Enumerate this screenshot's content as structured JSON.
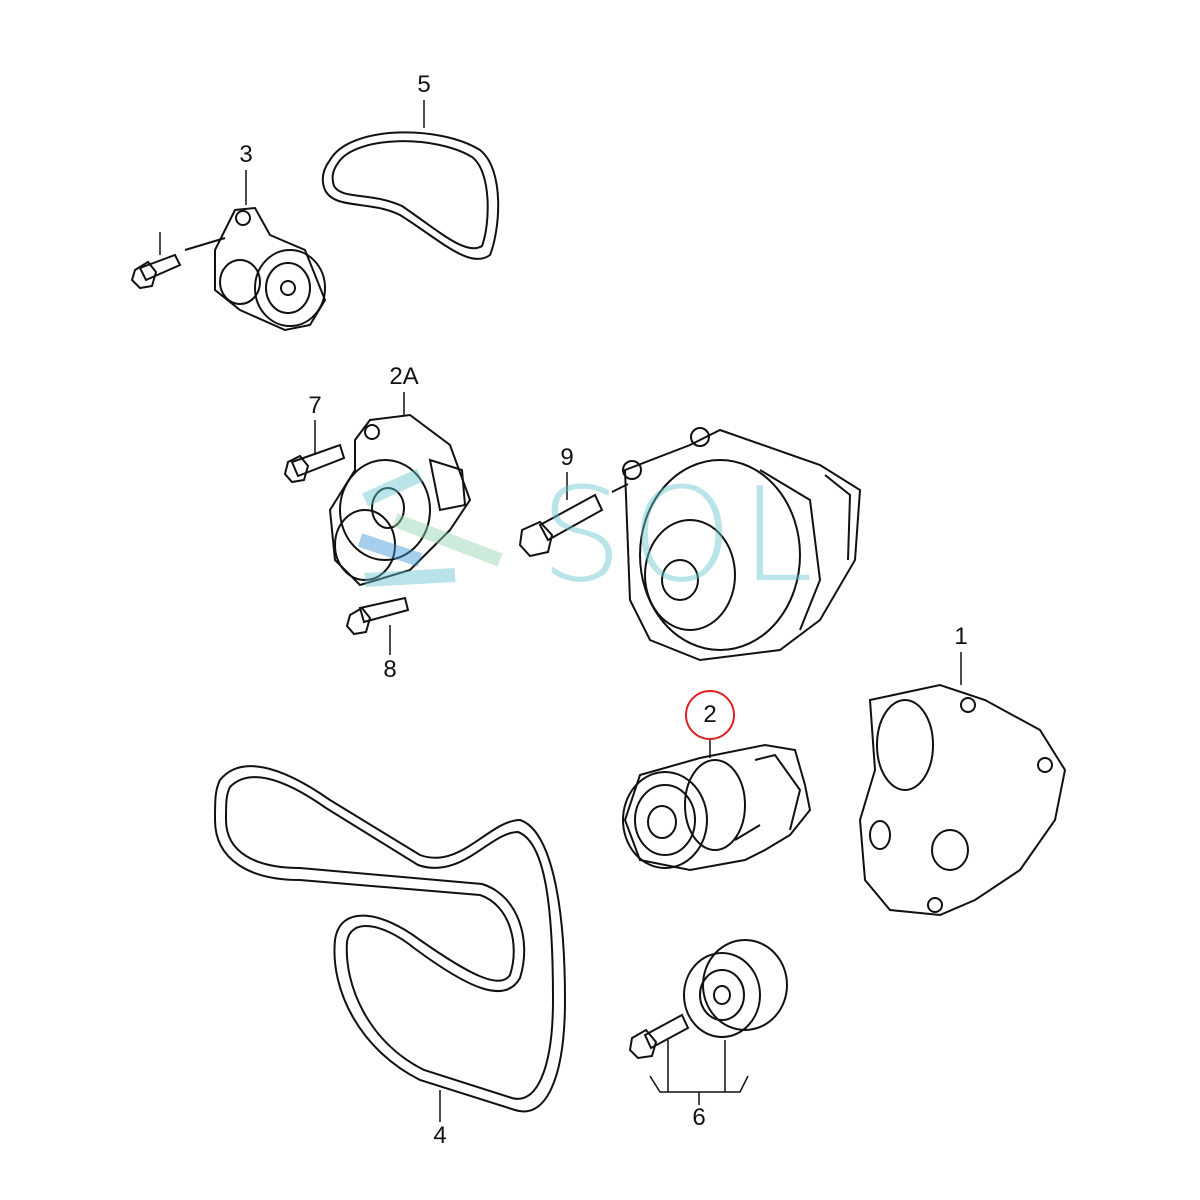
{
  "diagram": {
    "watermark": "SOL",
    "highlight_color": "#e02020",
    "line_color": "#111111",
    "labels": [
      {
        "id": "5",
        "part": "ribbed-belt-small"
      },
      {
        "id": "3",
        "part": "tensioner-3"
      },
      {
        "id": "2A",
        "part": "tensioner-2a"
      },
      {
        "id": "7",
        "part": "bolt-7"
      },
      {
        "id": "9",
        "part": "bolt-9"
      },
      {
        "id": "8",
        "part": "bolt-8"
      },
      {
        "id": "1",
        "part": "bracket"
      },
      {
        "id": "2",
        "part": "tensioner-2",
        "highlighted": true
      },
      {
        "id": "4",
        "part": "ribbed-belt-large"
      },
      {
        "id": "6",
        "part": "idler-pulley-and-bolt"
      }
    ]
  }
}
